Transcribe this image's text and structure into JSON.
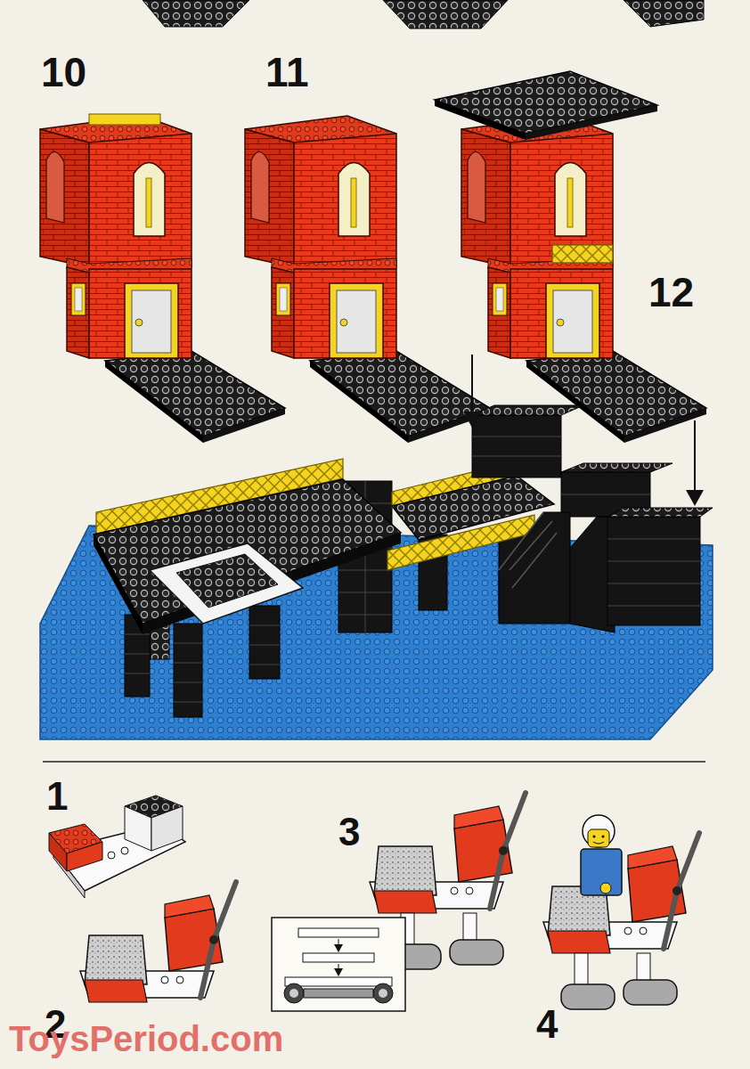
{
  "diagram": {
    "labels": [
      "10",
      "11",
      "12",
      "1",
      "3",
      "2",
      "4",
      "ToysPeriod.com"
    ]
  }
}
